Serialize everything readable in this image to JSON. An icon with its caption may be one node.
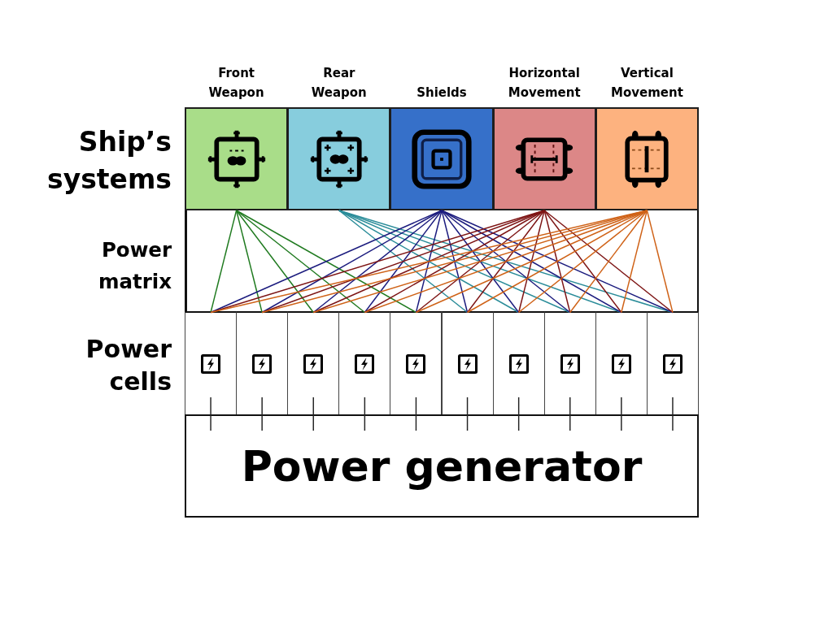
{
  "diagram": {
    "nodes": [
      {
        "text": [
          "Front Weapon"
        ]
      },
      {
        "text": [
          "Rear Weapon"
        ]
      },
      {
        "text": [
          "Shields"
        ]
      },
      {
        "text": [
          "Horizontal Movement"
        ]
      },
      {
        "text": [
          "Vertical Movement"
        ]
      },
      {
        "text": [],
        "shape": "box"
      },
      {
        "text": [],
        "shape": "box"
      },
      {
        "text": [],
        "shape": "box"
      },
      {
        "text": [],
        "shape": "box"
      },
      {
        "text": [],
        "shape": "box"
      },
      {
        "text": [],
        "shape": "box"
      },
      {
        "text": [],
        "shape": "box"
      },
      {
        "text": [],
        "shape": "box"
      },
      {
        "text": [],
        "shape": "box"
      },
      {
        "text": [],
        "shape": "box"
      },
      {
        "text": [
          "Power generator"
        ]
      }
    ],
    "edges": [
      {
        "from": 0,
        "to": 5,
        "arrow": "none",
        "color": "#1f7a1f"
      },
      {
        "from": 0,
        "to": 6,
        "arrow": "none",
        "color": "#1f7a1f"
      },
      {
        "from": 0,
        "to": 7,
        "arrow": "none",
        "color": "#1f7a1f"
      },
      {
        "from": 0,
        "to": 8,
        "arrow": "none",
        "color": "#1f7a1f"
      },
      {
        "from": 0,
        "to": 9,
        "arrow": "none",
        "color": "#1f7a1f"
      },
      {
        "from": 1,
        "to": 10,
        "arrow": "none",
        "color": "#2a8c99"
      },
      {
        "from": 1,
        "to": 11,
        "arrow": "none",
        "color": "#2a8c99"
      },
      {
        "from": 1,
        "to": 12,
        "arrow": "none",
        "color": "#2a8c99"
      },
      {
        "from": 1,
        "to": 13,
        "arrow": "none",
        "color": "#2a8c99"
      },
      {
        "from": 1,
        "to": 14,
        "arrow": "none",
        "color": "#2a8c99"
      },
      {
        "from": 2,
        "to": 5,
        "arrow": "none",
        "color": "#1b1b7e"
      },
      {
        "from": 2,
        "to": 6,
        "arrow": "none",
        "color": "#1b1b7e"
      },
      {
        "from": 2,
        "to": 7,
        "arrow": "none",
        "color": "#1b1b7e"
      },
      {
        "from": 2,
        "to": 8,
        "arrow": "none",
        "color": "#1b1b7e"
      },
      {
        "from": 2,
        "to": 9,
        "arrow": "none",
        "color": "#1b1b7e"
      },
      {
        "from": 2,
        "to": 10,
        "arrow": "none",
        "color": "#1b1b7e"
      },
      {
        "from": 2,
        "to": 11,
        "arrow": "none",
        "color": "#1b1b7e"
      },
      {
        "from": 2,
        "to": 12,
        "arrow": "none",
        "color": "#1b1b7e"
      },
      {
        "from": 2,
        "to": 13,
        "arrow": "none",
        "color": "#1b1b7e"
      },
      {
        "from": 2,
        "to": 14,
        "arrow": "none",
        "color": "#1b1b7e"
      },
      {
        "from": 3,
        "to": 5,
        "arrow": "none",
        "color": "#7d1414"
      },
      {
        "from": 3,
        "to": 6,
        "arrow": "none",
        "color": "#7d1414"
      },
      {
        "from": 3,
        "to": 7,
        "arrow": "none",
        "color": "#7d1414"
      },
      {
        "from": 3,
        "to": 8,
        "arrow": "none",
        "color": "#7d1414"
      },
      {
        "from": 3,
        "to": 9,
        "arrow": "none",
        "color": "#7d1414"
      },
      {
        "from": 3,
        "to": 10,
        "arrow": "none",
        "color": "#7d1414"
      },
      {
        "from": 3,
        "to": 11,
        "arrow": "none",
        "color": "#7d1414"
      },
      {
        "from": 3,
        "to": 12,
        "arrow": "none",
        "color": "#7d1414"
      },
      {
        "from": 3,
        "to": 13,
        "arrow": "none",
        "color": "#7d1414"
      },
      {
        "from": 3,
        "to": 14,
        "arrow": "none",
        "color": "#7d1414"
      },
      {
        "from": 4,
        "to": 5,
        "arrow": "none",
        "color": "#cf6217"
      },
      {
        "from": 4,
        "to": 6,
        "arrow": "none",
        "color": "#cf6217"
      },
      {
        "from": 4,
        "to": 7,
        "arrow": "none",
        "color": "#cf6217"
      },
      {
        "from": 4,
        "to": 8,
        "arrow": "none",
        "color": "#cf6217"
      },
      {
        "from": 4,
        "to": 9,
        "arrow": "none",
        "color": "#cf6217"
      },
      {
        "from": 4,
        "to": 10,
        "arrow": "none",
        "color": "#cf6217"
      },
      {
        "from": 4,
        "to": 11,
        "arrow": "none",
        "color": "#cf6217"
      },
      {
        "from": 4,
        "to": 12,
        "arrow": "none",
        "color": "#cf6217"
      },
      {
        "from": 4,
        "to": 13,
        "arrow": "none",
        "color": "#cf6217"
      },
      {
        "from": 4,
        "to": 14,
        "arrow": "none",
        "color": "#cf6217"
      },
      {
        "from": 5,
        "to": 15,
        "arrow": "none",
        "color": "#222222"
      },
      {
        "from": 6,
        "to": 15,
        "arrow": "none",
        "color": "#222222"
      },
      {
        "from": 7,
        "to": 15,
        "arrow": "none",
        "color": "#222222"
      },
      {
        "from": 8,
        "to": 15,
        "arrow": "none",
        "color": "#222222"
      },
      {
        "from": 9,
        "to": 15,
        "arrow": "none",
        "color": "#222222"
      },
      {
        "from": 10,
        "to": 15,
        "arrow": "none",
        "color": "#222222"
      },
      {
        "from": 11,
        "to": 15,
        "arrow": "none",
        "color": "#222222"
      },
      {
        "from": 12,
        "to": 15,
        "arrow": "none",
        "color": "#222222"
      },
      {
        "from": 13,
        "to": 15,
        "arrow": "none",
        "color": "#222222"
      },
      {
        "from": 14,
        "to": 15,
        "arrow": "none",
        "color": "#222222"
      }
    ],
    "labels": [
      "Ship’s systems",
      "Power matrix",
      "Power cells"
    ]
  }
}
